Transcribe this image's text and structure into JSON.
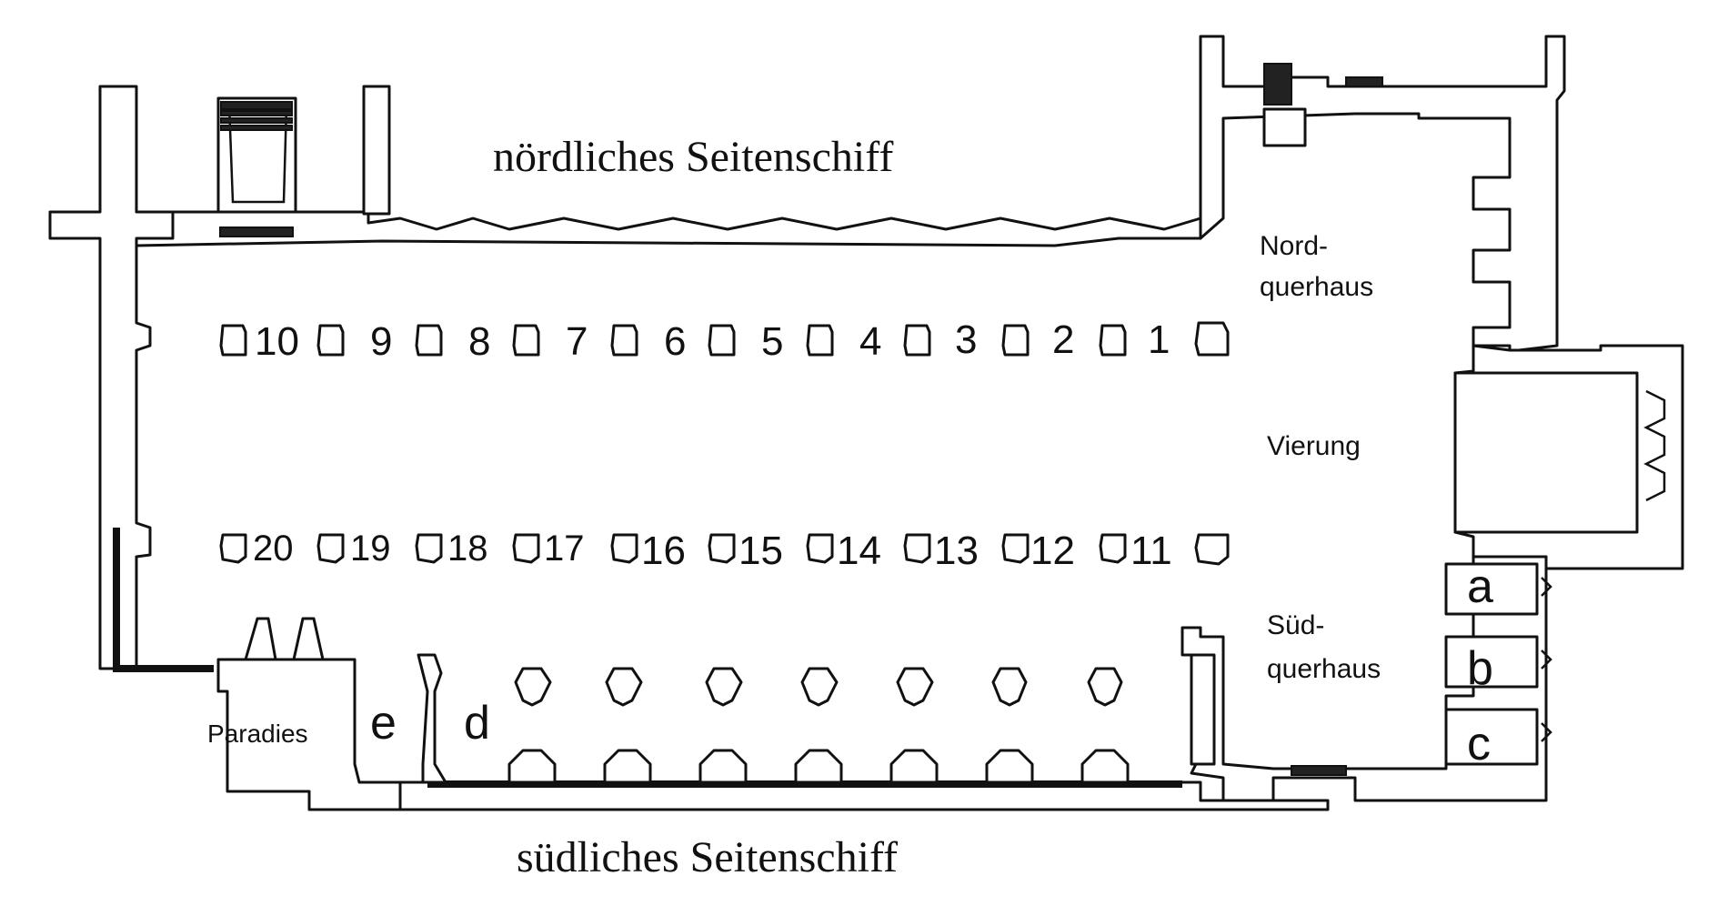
{
  "labels": {
    "north_aisle": "nördliches Seitenschiff",
    "south_aisle": "südliches Seitenschiff",
    "north_transept_line1": "Nord-",
    "north_transept_line2": "querhaus",
    "crossing": "Vierung",
    "south_transept_line1": "Süd-",
    "south_transept_line2": "querhaus",
    "paradise": "Paradies"
  },
  "north_piers": [
    "10",
    "9",
    "8",
    "7",
    "6",
    "5",
    "4",
    "3",
    "2",
    "1"
  ],
  "south_piers": [
    "20",
    "19",
    "18",
    "17",
    "16",
    "15",
    "14",
    "13",
    "12",
    "11"
  ],
  "chapel_letters": [
    "a",
    "b",
    "c"
  ],
  "aisle_letters": [
    "e",
    "d"
  ]
}
